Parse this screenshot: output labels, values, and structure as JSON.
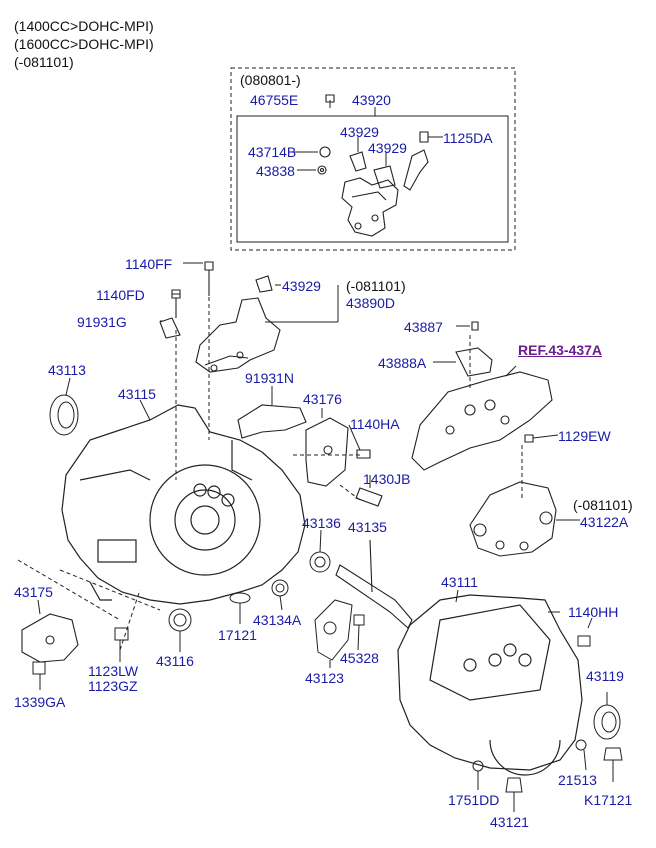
{
  "header": {
    "line1": "(1400CC>DOHC-MPI)",
    "line2": "(1600CC>DOHC-MPI)",
    "line3": "(-081101)"
  },
  "inset": {
    "date_note": "(080801-)"
  },
  "notes": {
    "note_43890D": "(-081101)",
    "note_43122A": "(-081101)"
  },
  "reference": {
    "label": "REF.43-437A"
  },
  "parts": {
    "p46755E": "46755E",
    "p43920": "43920",
    "p43929_a": "43929",
    "p1125DA": "1125DA",
    "p43714B": "43714B",
    "p43929_b": "43929",
    "p43838": "43838",
    "p1140FF": "1140FF",
    "p43929_c": "43929",
    "p1140FD": "1140FD",
    "p43890D": "43890D",
    "p91931G": "91931G",
    "p43887": "43887",
    "p43888A": "43888A",
    "p43113": "43113",
    "p91931N": "91931N",
    "p43115": "43115",
    "p43176": "43176",
    "p1140HA": "1140HA",
    "p1129EW": "1129EW",
    "p1430JB": "1430JB",
    "p43122A": "43122A",
    "p43136": "43136",
    "p43135": "43135",
    "p43111": "43111",
    "p43175": "43175",
    "p1140HH": "1140HH",
    "p17121": "17121",
    "p43134A": "43134A",
    "p1123LW": "1123LW",
    "p1123GZ": "1123GZ",
    "p43116": "43116",
    "p45328": "45328",
    "p43119": "43119",
    "p43123": "43123",
    "p1339GA": "1339GA",
    "p21513": "21513",
    "p1751DD": "1751DD",
    "pK17121": "K17121",
    "p43121": "43121"
  },
  "colors": {
    "part_number": "#1a1aa8",
    "reference": "#6a1f8f",
    "line": "#222222"
  }
}
